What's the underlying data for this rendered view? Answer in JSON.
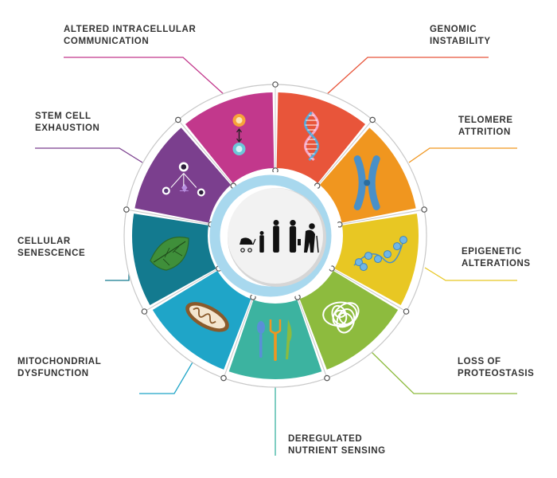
{
  "diagram": {
    "segments": [
      {
        "id": "genomic",
        "line1": "GENOMIC",
        "line2": "INSTABILITY",
        "color": "#e8553a",
        "icon": "dna-helix-icon"
      },
      {
        "id": "telomere",
        "line1": "TELOMERE",
        "line2": "ATTRITION",
        "color": "#f0961f",
        "icon": "chromosome-icon"
      },
      {
        "id": "epigenetic",
        "line1": "EPIGENETIC",
        "line2": "ALTERATIONS",
        "color": "#e8c723",
        "icon": "nucleosome-chain-icon"
      },
      {
        "id": "proteostasis",
        "line1": "LOSS OF",
        "line2": "PROTEOSTASIS",
        "color": "#8dbb3e",
        "icon": "protein-tangle-icon"
      },
      {
        "id": "nutrient",
        "line1": "DEREGULATED",
        "line2": "NUTRIENT SENSING",
        "color": "#3cb3a0",
        "icon": "utensils-icon"
      },
      {
        "id": "mito",
        "line1": "MITOCHONDRIAL",
        "line2": "DYSFUNCTION",
        "color": "#1fa5c8",
        "icon": "mitochondrion-icon"
      },
      {
        "id": "senescence",
        "line1": "CELLULAR",
        "line2": "SENESCENCE",
        "color": "#137a8f",
        "icon": "wilted-leaf-icon"
      },
      {
        "id": "stemcell",
        "line1": "STEM CELL",
        "line2": "EXHAUSTION",
        "color": "#7b3f8e",
        "icon": "cell-differentiation-icon"
      },
      {
        "id": "communication",
        "line1": "ALTERED INTRACELLULAR",
        "line2": "COMMUNICATION",
        "color": "#c2388c",
        "icon": "cell-signaling-icon"
      }
    ],
    "center_icon": "aging-silhouettes-icon",
    "ring_color": "#a8d8ee"
  }
}
